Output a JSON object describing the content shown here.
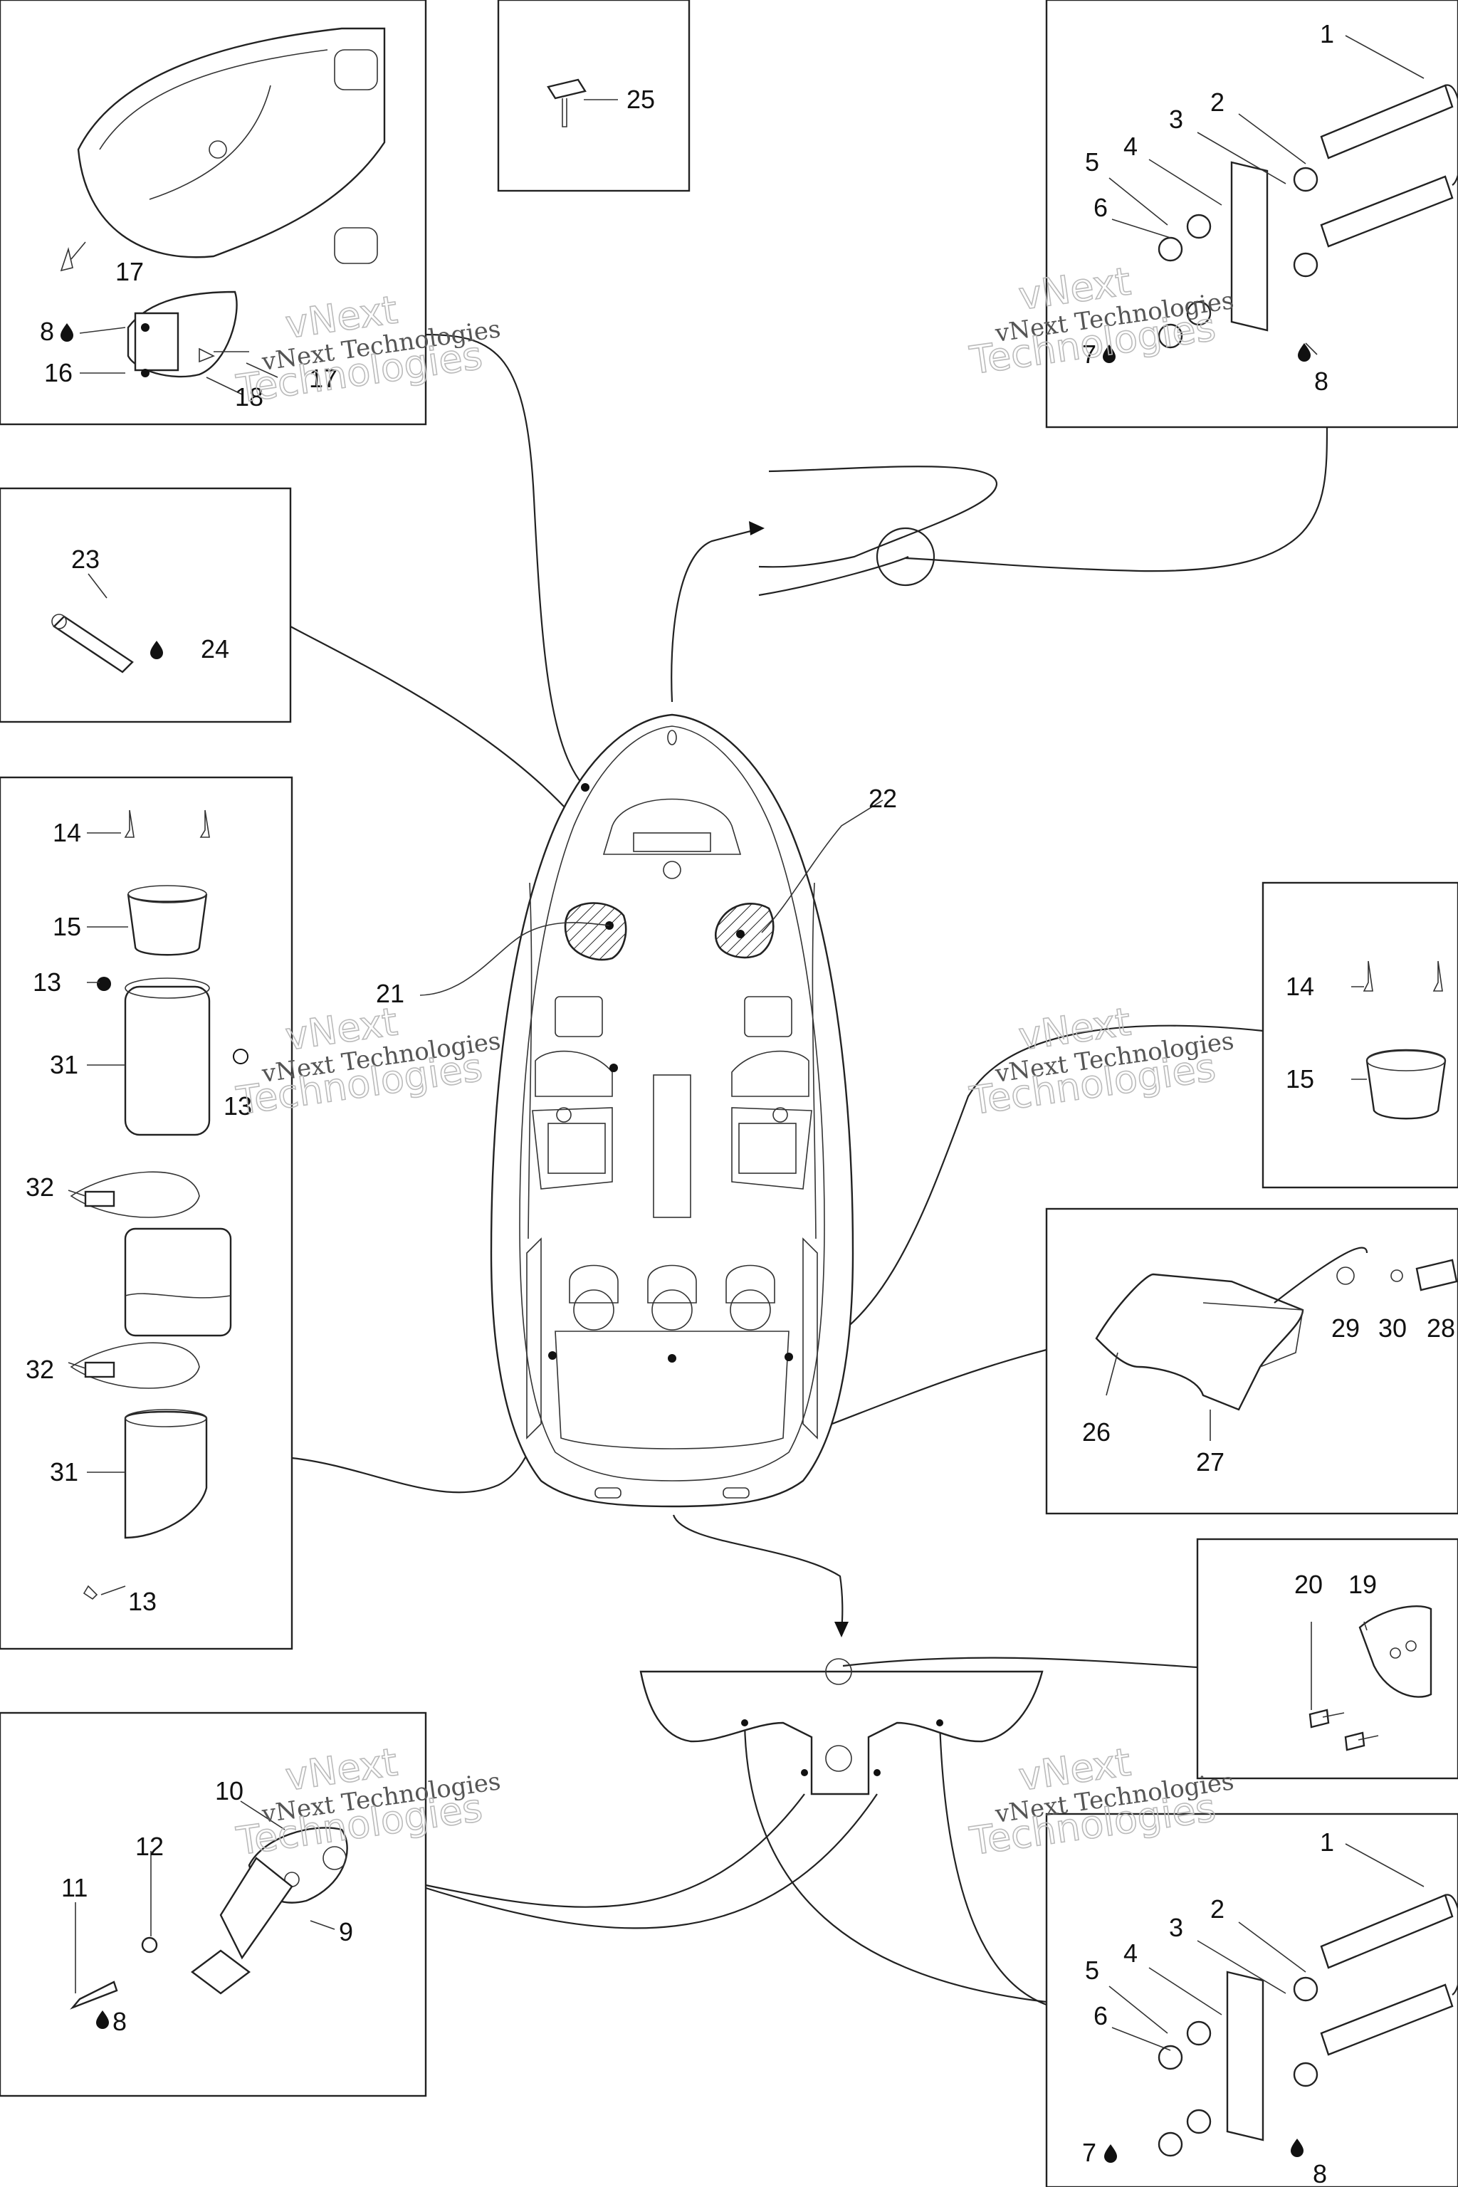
{
  "watermark": {
    "line1": "vNext Technologies",
    "line2": "Technologies",
    "line3": "vNext"
  },
  "callouts": {
    "c1a": "1",
    "c2a": "2",
    "c3a": "3",
    "c4a": "4",
    "c5a": "5",
    "c6a": "6",
    "c7a": "7",
    "c8a": "8",
    "c8b": "8",
    "c16": "16",
    "c17a": "17",
    "c17b": "17",
    "c18": "18",
    "c25": "25",
    "c23": "23",
    "c24": "24",
    "c22": "22",
    "c21": "21",
    "c14a": "14",
    "c15a": "15",
    "c13a": "13",
    "c31a": "31",
    "c13b": "13",
    "c32a": "32",
    "c32b": "32",
    "c31b": "31",
    "c13c": "13",
    "c14b": "14",
    "c15b": "15",
    "c26": "26",
    "c27": "27",
    "c29": "29",
    "c30": "30",
    "c28": "28",
    "c20": "20",
    "c19": "19",
    "c10": "10",
    "c12": "12",
    "c11": "11",
    "c9": "9",
    "c8c": "8",
    "c1b": "1",
    "c2b": "2",
    "c3b": "3",
    "c4b": "4",
    "c5b": "5",
    "c6b": "6",
    "c7b": "7",
    "c8d": "8"
  }
}
